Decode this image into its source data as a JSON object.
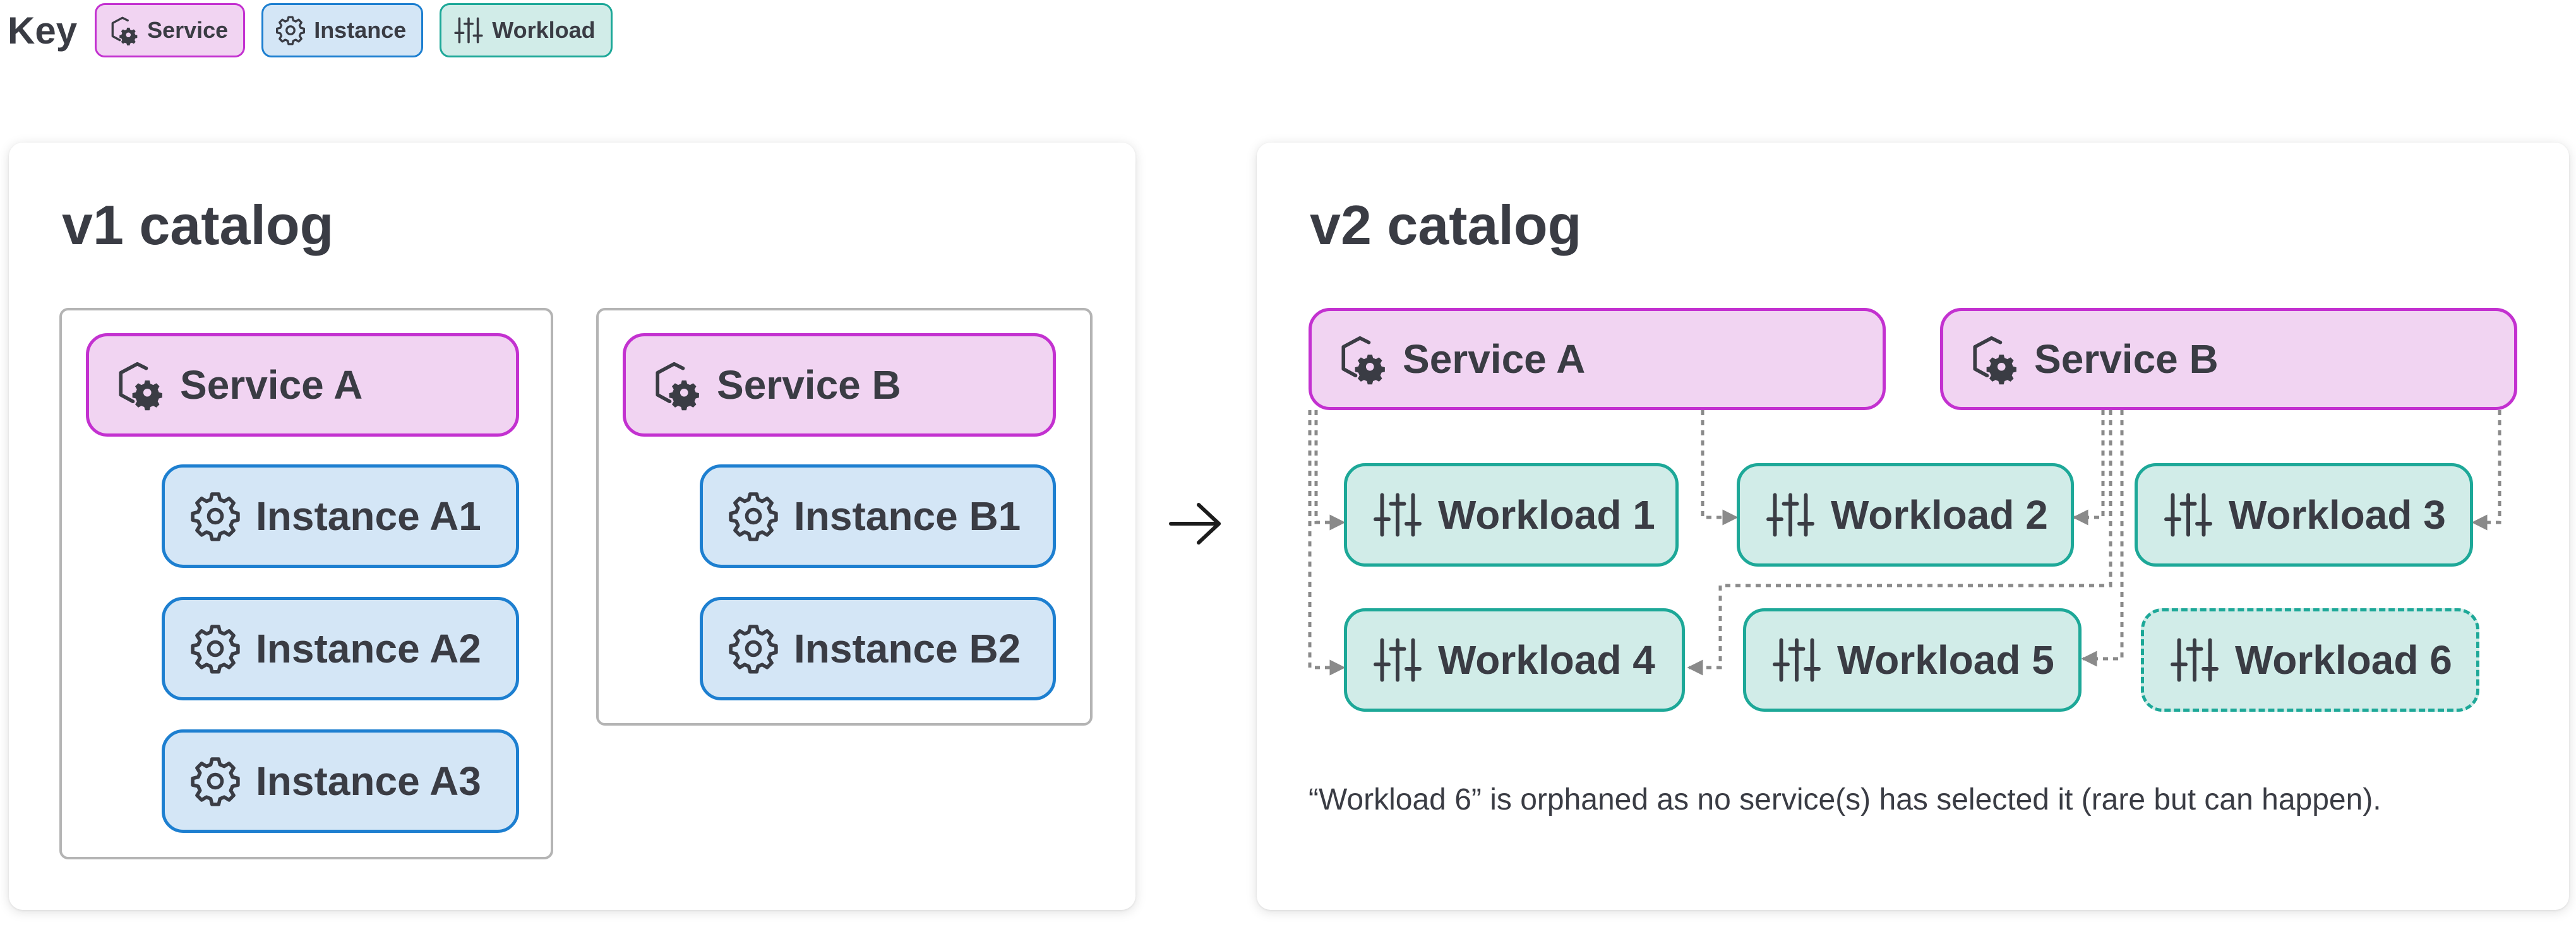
{
  "key": {
    "title": "Key",
    "items": [
      {
        "label": "Service",
        "kind": "svc",
        "icon": "service-icon"
      },
      {
        "label": "Instance",
        "kind": "ins",
        "icon": "gear-icon"
      },
      {
        "label": "Workload",
        "kind": "wl",
        "icon": "sliders-icon"
      }
    ]
  },
  "colors": {
    "service_fill": "#f1d4f2",
    "service_border": "#c331d0",
    "instance_fill": "#d4e6f6",
    "instance_border": "#1d7fd0",
    "workload_fill": "#d1ece8",
    "workload_border": "#1da898",
    "connector": "#8a8a8a"
  },
  "v1": {
    "title": "v1 catalog",
    "groups": [
      {
        "service": "Service A",
        "instances": [
          "Instance A1",
          "Instance A2",
          "Instance A3"
        ]
      },
      {
        "service": "Service B",
        "instances": [
          "Instance B1",
          "Instance B2"
        ]
      }
    ]
  },
  "transition_arrow": "→",
  "v2": {
    "title": "v2 catalog",
    "services": [
      "Service A",
      "Service B"
    ],
    "workloads": [
      "Workload 1",
      "Workload 2",
      "Workload 3",
      "Workload 4",
      "Workload 5",
      "Workload 6"
    ],
    "links": [
      {
        "from": "Service A",
        "to": "Workload 1"
      },
      {
        "from": "Service A",
        "to": "Workload 4"
      },
      {
        "from": "Service A",
        "to": "Workload 2"
      },
      {
        "from": "Service B",
        "to": "Workload 2"
      },
      {
        "from": "Service B",
        "to": "Workload 3"
      },
      {
        "from": "Service B",
        "to": "Workload 4"
      },
      {
        "from": "Service B",
        "to": "Workload 5"
      }
    ],
    "orphaned": "Workload 6",
    "note": "“Workload 6” is orphaned as no service(s) has selected it (rare but can happen)."
  }
}
